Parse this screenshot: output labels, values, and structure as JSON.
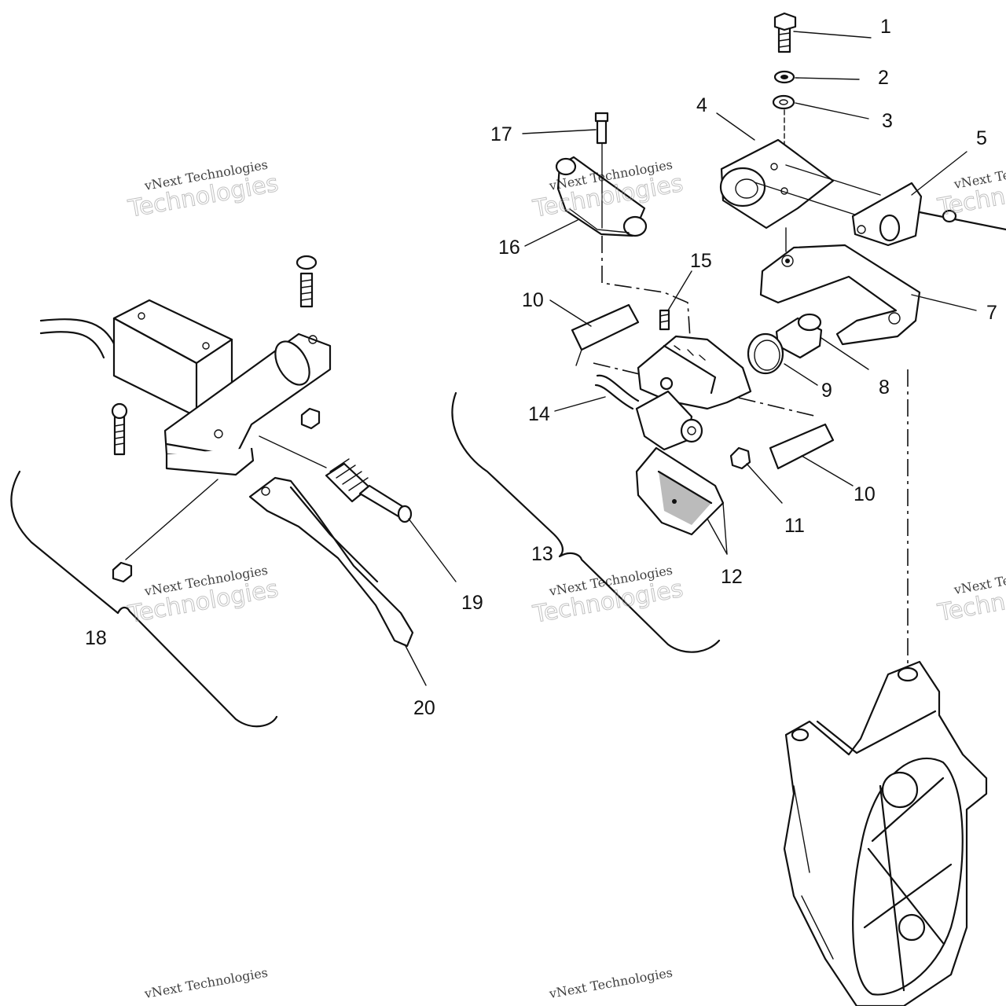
{
  "callouts": [
    "1",
    "2",
    "3",
    "4",
    "5",
    "7",
    "17",
    "16",
    "15",
    "10",
    "14",
    "9",
    "8",
    "10",
    "11",
    "12",
    "13",
    "19",
    "18",
    "20"
  ],
  "watermark": {
    "line1": "vNext Technologies",
    "line2": "Technologies"
  }
}
